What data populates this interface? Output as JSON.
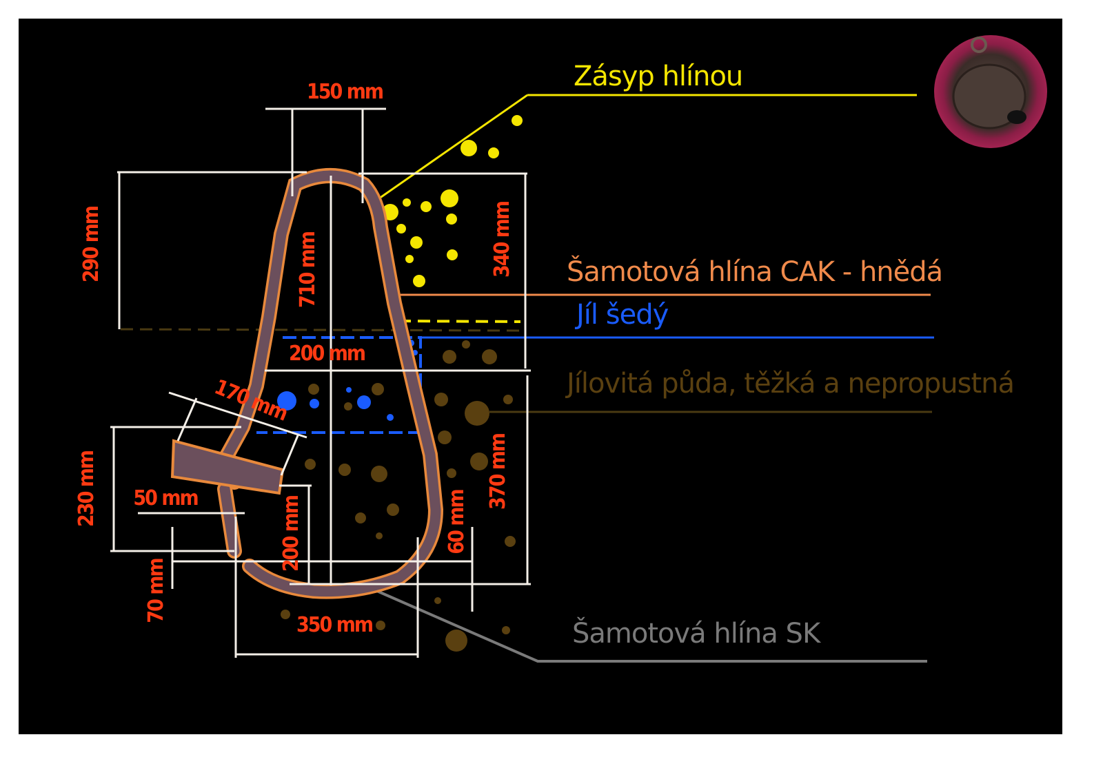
{
  "legend": [
    {
      "text": "Zásyp hlínou",
      "color": "#f5e600"
    },
    {
      "text": "Šamotová hlína CAK - hnědá",
      "color": "#f08a4b"
    },
    {
      "text": "Jíl šedý",
      "color": "#1a5cff"
    },
    {
      "text": "Jílovitá půda, těžká a nepropustná",
      "color": "#5a4010"
    },
    {
      "text": "Šamotová hlína SK",
      "color": "#7a7a7a"
    }
  ],
  "dimensions": {
    "top_opening": "150 mm",
    "upper_left": "290 mm",
    "total_height": "710 mm",
    "upper_right": "340 mm",
    "inner_width": "200 mm",
    "tuyere": "170 mm",
    "left_lower": "230 mm",
    "slag_hole": "50 mm",
    "lower_inner": "200 mm",
    "right_small": "60 mm",
    "lower_right": "370 mm",
    "bottom_left": "70 mm",
    "base_width": "350 mm"
  },
  "colors": {
    "background": "#000000",
    "dimension_text": "#ff3a12",
    "furnace_fill": "#6b4f5c",
    "furnace_edge": "#e8893c"
  }
}
